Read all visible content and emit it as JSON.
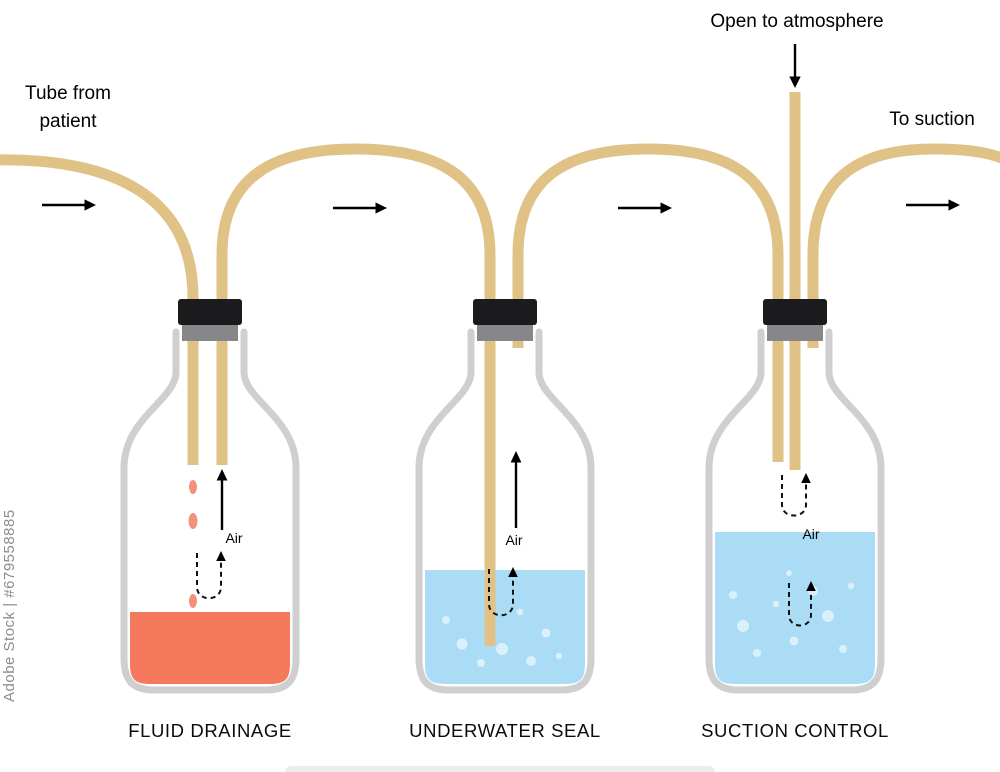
{
  "annotations": {
    "tube_from_patient": {
      "line1": "Tube from",
      "line2": "patient"
    },
    "open_to_atmosphere": "Open to atmosphere",
    "to_suction": "To suction"
  },
  "bottles": [
    {
      "label": "FLUID DRAINAGE",
      "air_label": "Air",
      "fluid_color": "#f5795d"
    },
    {
      "label": "UNDERWATER SEAL",
      "air_label": "Air",
      "fluid_color": "#abdcf6"
    },
    {
      "label": "SUCTION CONTROL",
      "air_label": "Air",
      "fluid_color": "#abdcf6"
    }
  ],
  "watermark": "Adobe Stock | #679558885",
  "colors": {
    "tube": "#e1c286",
    "bottle_outline": "#cfcfcf",
    "stopper_top": "#1b1b1d",
    "stopper_bottom": "#87878a",
    "drainage_fluid": "#f5795d",
    "water": "#abdcf6",
    "bubble": "#daf0fb",
    "drop": "#f5907c",
    "arrow": "#000000"
  }
}
